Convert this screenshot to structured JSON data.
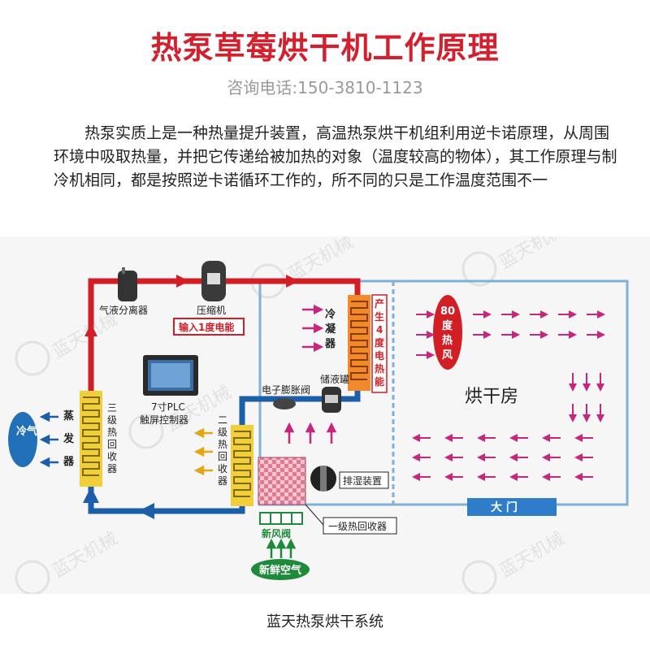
{
  "header": {
    "title": "热泵草莓烘干机工作原理",
    "phone": "咨询电话:150-3810-1123"
  },
  "intro": {
    "text": "热泵实质上是一种热量提升装置，高温热泵烘干机组利用逆卡诺原理，从周围环境中吸取热量，并把它传递给被加热的对象（温度较高的物体），其工作原理与制冷机相同，都是按照逆卡诺循环工作的，所不同的只是工作温度范围不一"
  },
  "diagram": {
    "watermark": "蓝天机械",
    "gas_liquid_separator": "气液分离器",
    "compressor": "压缩机",
    "input_power": "输入1度电能",
    "condenser": [
      "冷",
      "凝",
      "器"
    ],
    "produce_heat": [
      "产",
      "生",
      "4",
      "度",
      "电",
      "热",
      "能"
    ],
    "liquid_tank": "储液罐",
    "expansion_valve": "电子膨胀阀",
    "plc_line1": "7寸PLC",
    "plc_line2": "触屏控制器",
    "evaporator": [
      "蒸",
      "发",
      "器"
    ],
    "third_recovery": [
      "三",
      "级",
      "热",
      "回",
      "收",
      "器"
    ],
    "second_recovery": [
      "二",
      "级",
      "热",
      "回",
      "收",
      "器"
    ],
    "first_recovery": "一级热回收器",
    "dehumidifier": "排湿装置",
    "fresh_air_valve": "新风阀",
    "fresh_air": "新鲜空气",
    "cold_air": "冷气",
    "hot_air_80": [
      "80",
      "度",
      "热",
      "风"
    ],
    "drying_room": "烘干房",
    "gate": "大  门"
  },
  "caption": "蓝天热泵烘干系统",
  "colors": {
    "title": "#d2202f",
    "hot_pipe": "#d21f26",
    "cold_pipe": "#1d5ea8",
    "room_border": "#7fb0d8",
    "arrow_pink": "#c8267c",
    "coil_yellow": "#f2cf3a",
    "coil_orange": "#f08a2a",
    "fresh_green": "#1e8a3a",
    "gate_blue": "#2f7ccb"
  }
}
